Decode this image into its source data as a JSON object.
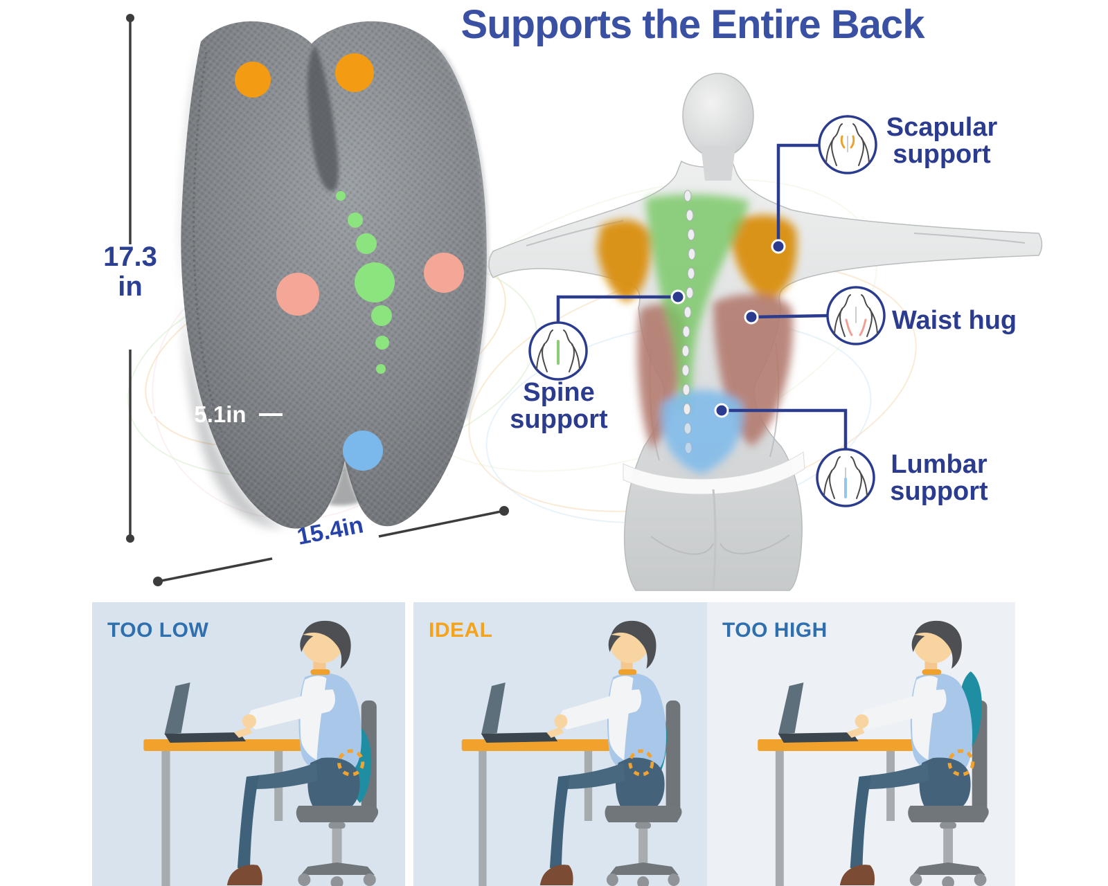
{
  "title": {
    "text": "Supports the Entire Back",
    "color": "#3A51A3"
  },
  "product": {
    "name": "back support cushion",
    "dimension_height": {
      "value": "17.3",
      "unit": "in"
    },
    "dimension_depth": "5.1in",
    "dimension_width": "15.4in",
    "dot_colors": {
      "scapular_orange": "#F29B13",
      "spine_green": "#8BE47E",
      "waist_pink": "#F5A797",
      "lumbar_blue": "#7BB8EC"
    }
  },
  "callouts": {
    "scapular": {
      "line1": "Scapular",
      "line2": "support",
      "zone_color": "#D98E07"
    },
    "waist": {
      "line1": "Waist hug",
      "zone_color": "#B27A6E"
    },
    "spine": {
      "line1": "Spine",
      "line2": "support",
      "zone_color": "#77C763"
    },
    "lumbar": {
      "line1": "Lumbar",
      "line2": "support",
      "zone_color": "#82BBEA"
    }
  },
  "posture_panels": [
    {
      "label": "TOO LOW",
      "label_color": "#2F6FAE",
      "pillow_position": "low"
    },
    {
      "label": "IDEAL",
      "label_color": "#F5A21C",
      "pillow_position": "ideal"
    },
    {
      "label": "TOO HIGH",
      "label_color": "#2F6FAE",
      "pillow_position": "high"
    }
  ],
  "accent_colors": {
    "callout_line": "#2B3C8F",
    "desk": "#F1A22C",
    "pillow_teal": "#1F8DA2",
    "dashed_circle": "#F0A330"
  }
}
